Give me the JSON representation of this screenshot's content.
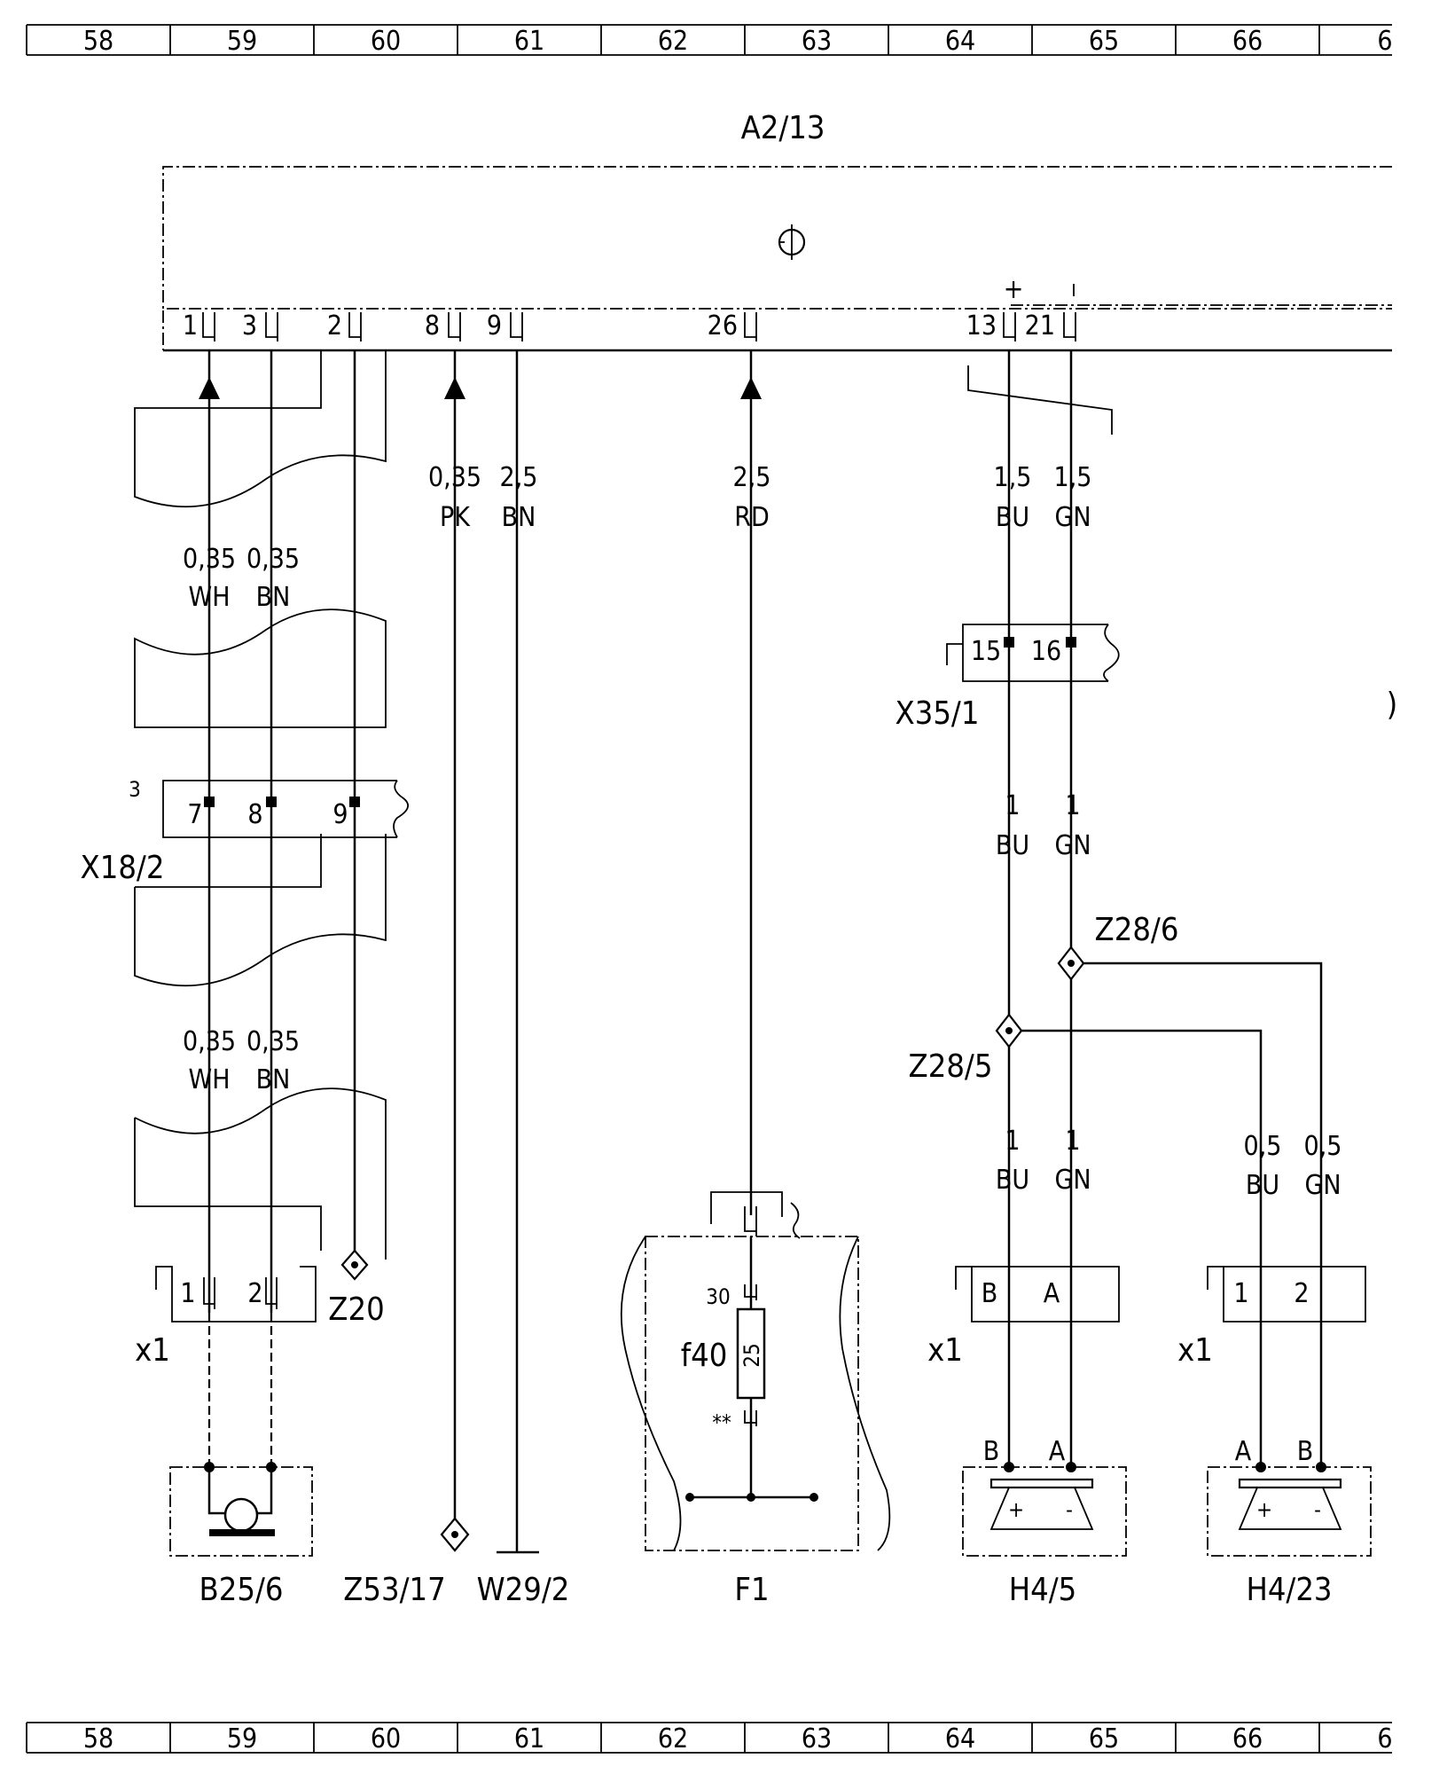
{
  "grid": {
    "columns": [
      "58",
      "59",
      "60",
      "61",
      "62",
      "63",
      "64",
      "65",
      "66",
      "6"
    ]
  },
  "control_unit": {
    "label": "A2/13",
    "pins": [
      "1",
      "3",
      "2",
      "8",
      "9",
      "26",
      "13",
      "21"
    ]
  },
  "wires": {
    "pk": {
      "gauge": "0,35",
      "color": "PK"
    },
    "bn25": {
      "gauge": "2,5",
      "color": "BN"
    },
    "rd": {
      "gauge": "2,5",
      "color": "RD"
    },
    "bu15": {
      "gauge": "1,5",
      "color": "BU"
    },
    "gn15": {
      "gauge": "1,5",
      "color": "GN"
    },
    "wh_a": {
      "gauge": "0,35",
      "color": "WH"
    },
    "bn_a": {
      "gauge": "0,35",
      "color": "BN"
    },
    "wh_b": {
      "gauge": "0,35",
      "color": "WH"
    },
    "bn_b": {
      "gauge": "0,35",
      "color": "BN"
    },
    "bu1_a": {
      "gauge": "1",
      "color": "BU"
    },
    "gn1_a": {
      "gauge": "1",
      "color": "GN"
    },
    "bu1_b": {
      "gauge": "1",
      "color": "BU"
    },
    "gn1_b": {
      "gauge": "1",
      "color": "GN"
    },
    "bu05": {
      "gauge": "0,5",
      "color": "BU"
    },
    "gn05": {
      "gauge": "0,5",
      "color": "GN"
    }
  },
  "connectors": {
    "x35": {
      "label": "X35/1",
      "pins": [
        "15",
        "16"
      ]
    },
    "x18": {
      "label": "X18/2",
      "prefix": "3",
      "pins": [
        "7",
        "8",
        "9"
      ]
    },
    "x1_b25": {
      "label": "x1",
      "pins": [
        "1",
        "2"
      ]
    },
    "x1_h45": {
      "label": "x1",
      "pins": [
        "B",
        "A"
      ]
    },
    "x1_h423": {
      "label": "x1",
      "pins": [
        "1",
        "2"
      ]
    }
  },
  "splices": {
    "z28_6": "Z28/6",
    "z28_5": "Z28/5",
    "z20": "Z20",
    "z53": "Z53/17"
  },
  "components": {
    "b25": "B25/6",
    "w29": "W29/2",
    "f1": "F1",
    "fuse": {
      "label": "f40",
      "rating": "25",
      "pin_in": "30",
      "pin_out": "**"
    },
    "h45": {
      "label": "H4/5",
      "pins": [
        "B",
        "A"
      ],
      "signs": [
        "+",
        "-"
      ]
    },
    "h423": {
      "label": "H4/23",
      "pins": [
        "A",
        "B"
      ],
      "signs": [
        "+",
        "-"
      ]
    },
    "misc_plus": "+",
    "misc_bracket": ")"
  }
}
